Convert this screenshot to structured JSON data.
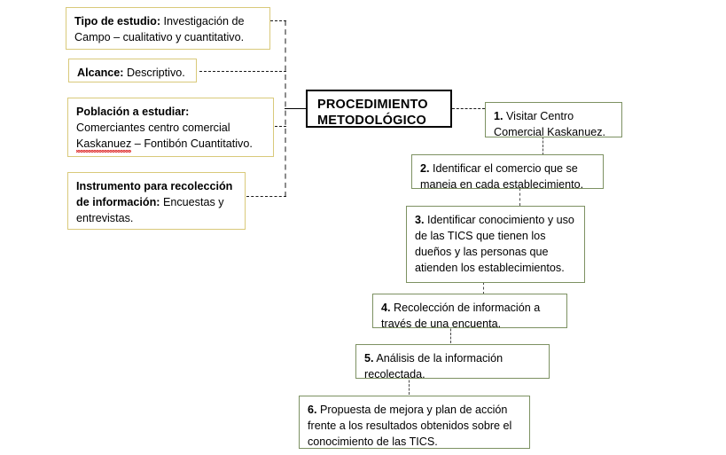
{
  "diagram": {
    "title": "PROCEDIMIENTO METODOLÓGICO",
    "center_line_1": "PROCEDIMIENTO",
    "center_line_2": "METODOLÓGICO",
    "colors": {
      "left_box_border": "#d9c97a",
      "step_box_border": "#7d9162",
      "center_box_border": "#000000",
      "connector_gray": "#8c8c8c",
      "connector_black": "#1a1a1a",
      "spellcheck_underline": "#e03a3a",
      "background": "#ffffff",
      "text": "#000000"
    }
  },
  "left_boxes": [
    {
      "label": "tipo-de-estudio",
      "heading": "Tipo de estudio:",
      "body": " Investigación de Campo – cualitativo y cuantitativo."
    },
    {
      "label": "alcance",
      "heading": "Alcance:",
      "body": " Descriptivo."
    },
    {
      "label": "poblacion-a-estudiar",
      "heading": "Población a estudiar:",
      "body_line_1": "Comerciantes centro comercial ",
      "body_misspelled": "Kaskanuez",
      "body_line_2": " – Fontibón Cuantitativo."
    },
    {
      "label": "instrumento-recoleccion",
      "heading": "Instrumento para recolección de información:",
      "body": " Encuestas y entrevistas."
    }
  ],
  "steps": [
    {
      "number": "1.",
      "text": " Visitar Centro Comercial Kaskanuez."
    },
    {
      "number": "2.",
      "text": " Identificar el comercio que se maneia en cada establecimiento."
    },
    {
      "number": "3.",
      "text": " Identificar conocimiento y uso de las TICS que tienen los dueños y las personas que atienden los establecimientos."
    },
    {
      "number": "4.",
      "text": " Recolección de información a través de una encuenta."
    },
    {
      "number": "5.",
      "text": " Análisis de la información recolectada."
    },
    {
      "number": "6.",
      "text": " Propuesta de mejora y plan de acción frente a los resultados obtenidos sobre el conocimiento de las TICS."
    }
  ]
}
